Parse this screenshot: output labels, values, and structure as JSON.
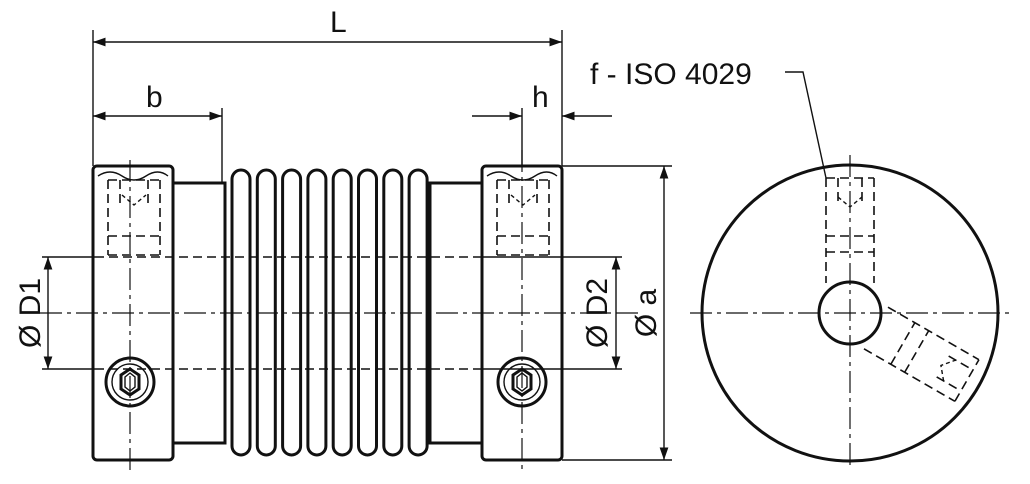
{
  "dimensions": {
    "length": "L",
    "hub_length": "b",
    "screw_position": "h",
    "bore_1": "Ø D1",
    "bore_2": "Ø D2",
    "outer_diameter": "Ø a"
  },
  "screw_callout": "f - ISO 4029",
  "colors": {
    "line": "#111111",
    "background": "#ffffff"
  },
  "icons": {
    "screw_head": "hex-socket-screw-icon"
  }
}
